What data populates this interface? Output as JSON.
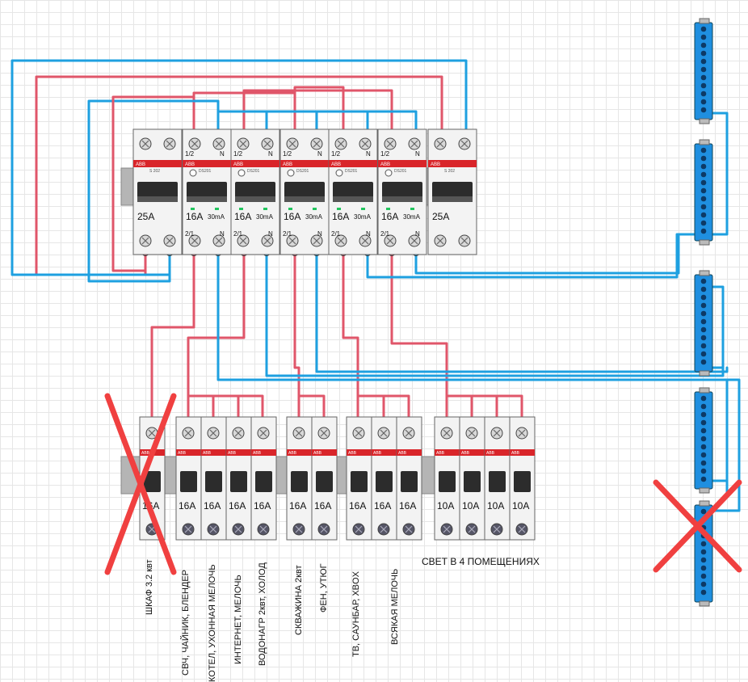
{
  "brand": "ABB",
  "colors": {
    "phase_wire": "#e0566a",
    "neutral_wire": "#1ea0e0",
    "bus_bar": "#1f8fe0",
    "cross": "#f04040",
    "breaker_band": "#d9252a",
    "led": "#22c55e"
  },
  "top_row": {
    "modules": [
      {
        "kind": "main",
        "rating": "25A",
        "model": "S 202"
      },
      {
        "kind": "rcbo",
        "rating": "16A",
        "sensitivity": "30mA",
        "model": "DS201",
        "pole_top_left": "1/2",
        "pole_top_right": "N",
        "pole_bottom_left": "2/1",
        "pole_bottom_right": "N"
      },
      {
        "kind": "rcbo",
        "rating": "16A",
        "sensitivity": "30mA",
        "model": "DS201",
        "pole_top_left": "1/2",
        "pole_top_right": "N",
        "pole_bottom_left": "2/1",
        "pole_bottom_right": "N"
      },
      {
        "kind": "rcbo",
        "rating": "16A",
        "sensitivity": "30mA",
        "model": "DS201",
        "pole_top_left": "1/2",
        "pole_top_right": "N",
        "pole_bottom_left": "2/1",
        "pole_bottom_right": "N"
      },
      {
        "kind": "rcbo",
        "rating": "16A",
        "sensitivity": "30mA",
        "model": "DS201",
        "pole_top_left": "1/2",
        "pole_top_right": "N",
        "pole_bottom_left": "2/1",
        "pole_bottom_right": "N"
      },
      {
        "kind": "rcbo",
        "rating": "16A",
        "sensitivity": "30mA",
        "model": "DS201",
        "pole_top_left": "1/2",
        "pole_top_right": "N",
        "pole_bottom_left": "2/1",
        "pole_bottom_right": "N"
      },
      {
        "kind": "main",
        "rating": "25A",
        "model": "S 202"
      }
    ]
  },
  "bottom_row": {
    "groups": [
      {
        "breakers": [
          "16A"
        ],
        "crossed_out": true
      },
      {
        "breakers": [
          "16A",
          "16A",
          "16A",
          "16A"
        ]
      },
      {
        "breakers": [
          "16A",
          "16A"
        ]
      },
      {
        "breakers": [
          "16A",
          "16A",
          "16A"
        ]
      },
      {
        "breakers": [
          "10A",
          "10A",
          "10A",
          "10A"
        ]
      }
    ]
  },
  "labels": {
    "vertical": [
      "ШКАФ 3.2 квт",
      "СВЧ, ЧАЙНИК, БЛЕНДЕР",
      "КОТЕЛ, УХОННАЯ МЕЛОЧЬ",
      "ИНТЕРНЕТ, МЕЛОЧЬ",
      "ВОДОНАГР 2квт, ХОЛОД",
      "СКВАЖИНА 2квт",
      "ФЕН, УТЮГ",
      "ТВ, САУНБАР, XBOX",
      "ВСЯКАЯ МЕЛОЧЬ"
    ],
    "horizontal": "СВЕТ В 4 ПОМЕЩЕНИЯХ"
  },
  "bus_bars": {
    "count": 5,
    "crossed_out_index": 4
  }
}
